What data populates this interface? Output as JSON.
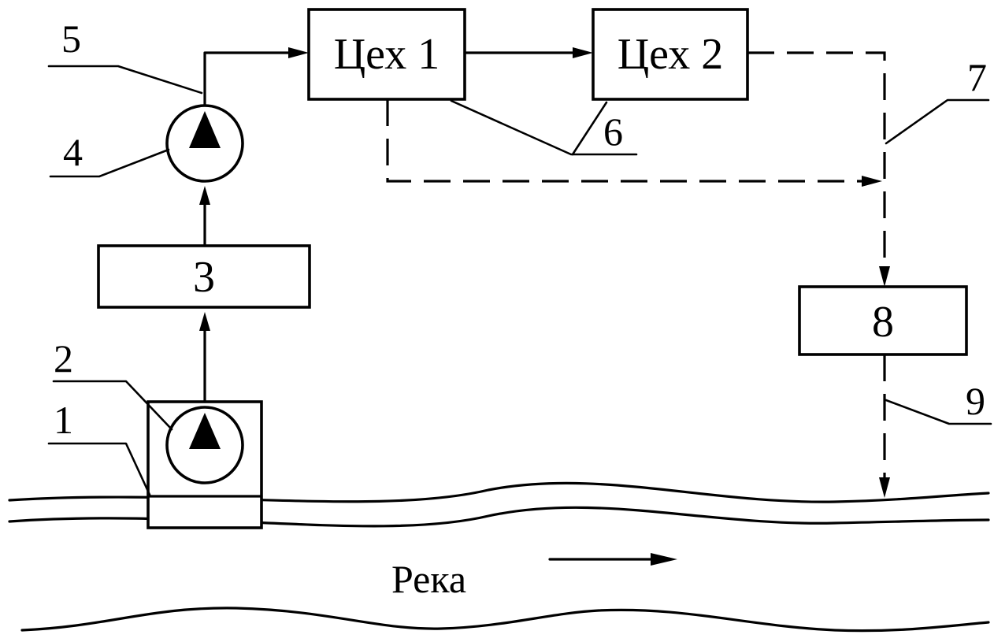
{
  "blocks": {
    "shop1": "Цех 1",
    "shop2": "Цех 2",
    "treatment": "3",
    "wastewater_treatment": "8"
  },
  "callouts": {
    "c1": "1",
    "c2": "2",
    "c4": "4",
    "c5": "5",
    "c6": "6",
    "c7": "7",
    "c9": "9"
  },
  "river": {
    "label": "Река"
  }
}
